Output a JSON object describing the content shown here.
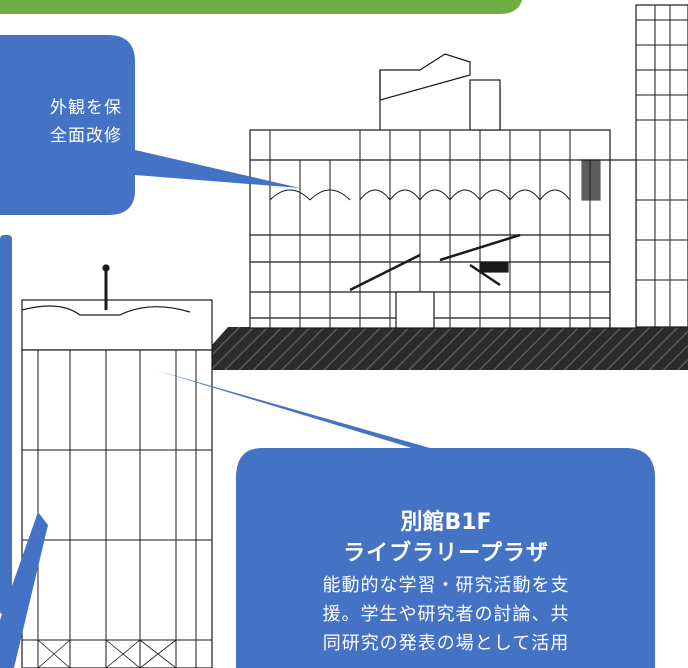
{
  "callout_top_left": {
    "line1": "外観を保",
    "line2": "全面改修"
  },
  "callout_bottom_right": {
    "title": "別館B1F",
    "subtitle": "ライブラリープラザ",
    "body": [
      "能動的な学習・研究活動を支",
      "援。学生や研究者の討論、共",
      "同研究の発表の場として活用"
    ]
  },
  "colors": {
    "callout_blue": "#4472c4",
    "banner_green": "#70ad47",
    "ground_hatch": "#333333",
    "line": "#1a1a1a"
  }
}
